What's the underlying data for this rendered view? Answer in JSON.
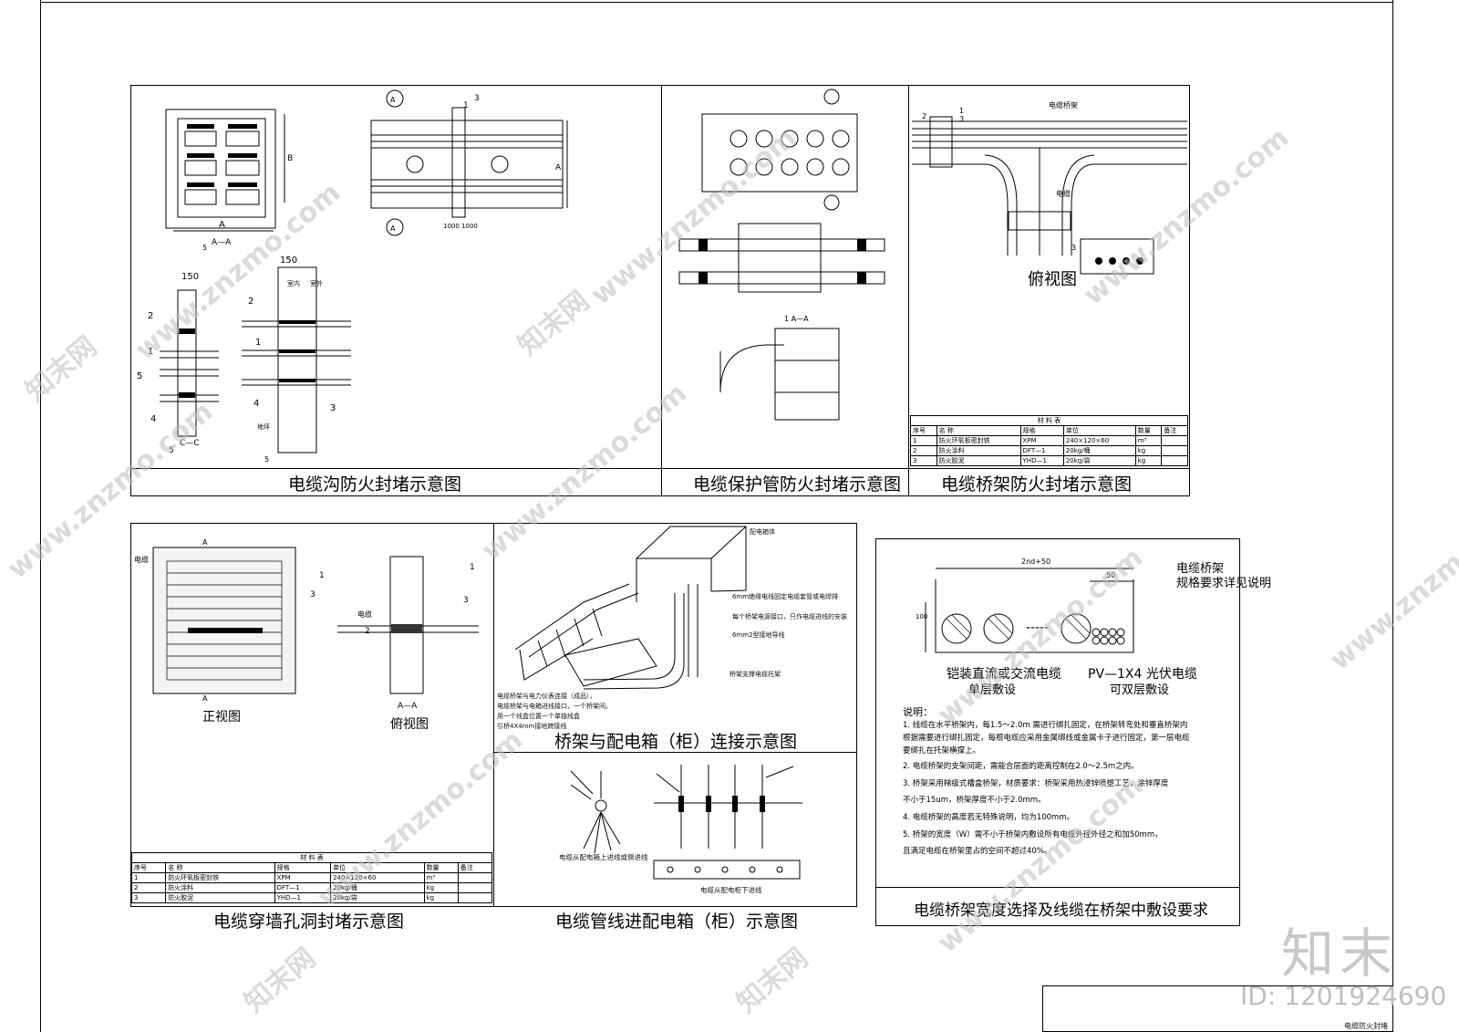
{
  "captions": {
    "trench": "电缆沟防火封堵示意图",
    "pipe": "电缆保护管防火封堵示意图",
    "tray": "电缆桥架防火封堵示意图",
    "wall": "电缆穿墙孔洞封堵示意图",
    "box_conn": "桥架与配电箱（柜）连接示意图",
    "pipe_box": "电缆管线进配电箱（柜）示意图",
    "tray_width": "电缆桥架宽度选择及线缆在桥架中敷设要求"
  },
  "view_labels": {
    "top_view": "俯视图",
    "front_view": "正视图",
    "top_view2": "俯视图",
    "aa": "A—A",
    "cc": "C—C",
    "a": "A",
    "b": "B",
    "dim150": "150",
    "indoor": "室内",
    "outdoor": "室外",
    "floor": "地坪",
    "cable": "电缆",
    "tray_label": "电缆桥架"
  },
  "tray_width_panel": {
    "label_top": "电缆桥架",
    "label_top2": "规格要求详见说明",
    "dim_width": "2nd+50",
    "dim_50": "50",
    "dim_100": "100",
    "dashes": "-----",
    "left_label1": "铠装直流或交流电缆",
    "left_label2": "单层敷设",
    "right_label1": "PV—1X4 光伏电缆",
    "right_label2": "可双层敷设",
    "notes_title": "说明：",
    "notes": [
      "1. 线缆在水平桥架内，每1.5～2.0m 需进行绑扎固定，在桥架转弯处和垂直桥架内",
      "   根据需要进行绑扎固定，每根电缆应采用金属绑线或金属卡子进行固定，第一层电缆",
      "   要绑扎在托架横撑上。",
      "2. 电缆桥架的支架间距，需能合层面的距离控制在2.0～2.5m之内。",
      "3. 桥架采用梯级式槽盒桥架，材质要求：桥架采用热浸锌喷塑工艺，涂锌厚度",
      "   不小于15um，桥架厚度不小于2.0mm。",
      "4. 电缆桥架的高度若无特殊说明，均为100mm。",
      "5. 桥架的宽度（W）需不小于桥架内敷设所有电缆外径外径之和加50mm，",
      "   且满足电缆在桥架里占的空间不超过40%。"
    ]
  },
  "box_conn_labels": {
    "dist_box": "配电箱体",
    "l1": "6mm绝缘电线固定电缆套管或电焊排",
    "l2": "每个桥架电源接口，只作电缆进线的安装",
    "l3": "6mm2型接地导线",
    "l4": "桥架支撑电缆托架",
    "l5": "电缆桥架与电力仪表连接（成品），",
    "l6": "电缆桥架与电箱进线接口，一个桥架间。",
    "l7": "用一个线盒位置一个单独线盒",
    "l8": "引桥4X4mm接地跨接线"
  },
  "pipe_box_labels": {
    "up": "电缆从配电箱上进线或侧进线",
    "down": "电缆从配电柜下进线"
  },
  "material_table": {
    "title": "材 料 表",
    "headers": [
      "序号",
      "名   称",
      "规格",
      "单位",
      "数量",
      "备注"
    ],
    "rows": [
      [
        "1",
        "防火环氧板密封铁",
        "XPM",
        "240×120×60",
        "m³",
        ""
      ],
      [
        "2",
        "防火涂料",
        "DFT—1",
        "20kg/桶",
        "kg",
        ""
      ],
      [
        "3",
        "防火胶泥",
        "YHD—1",
        "20kg/袋",
        "kg",
        ""
      ]
    ]
  },
  "brand": {
    "logo": "知末",
    "id": "ID: 1201924690",
    "watermark": "www.znzmo.com",
    "watermark_cn": "知末网",
    "titleblock": "电缆防火封堵"
  }
}
